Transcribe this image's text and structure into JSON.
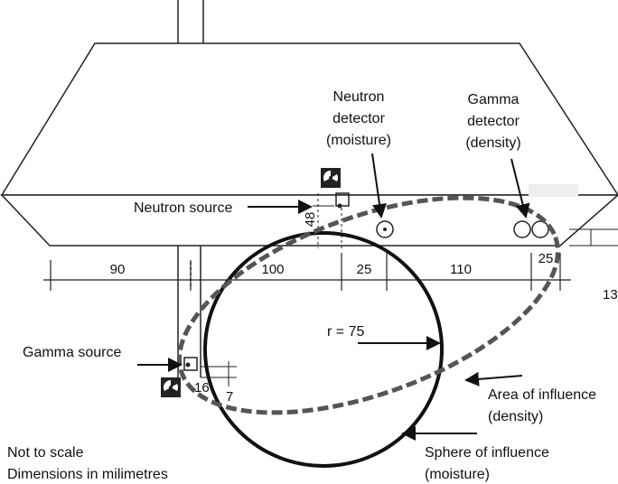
{
  "labels": {
    "neutron_detector": [
      "Neutron",
      "detector",
      "(moisture)"
    ],
    "gamma_detector": [
      "Gamma",
      "detector",
      "(density)"
    ],
    "neutron_source": "Neutron source",
    "gamma_source": "Gamma source",
    "area_of_influence": [
      "Area of influence",
      "(density)"
    ],
    "sphere_of_influence": [
      "Sphere of influence",
      "(moisture)"
    ],
    "radius": "r = 75",
    "notes": [
      "Not to scale",
      "Dimensions in milimetres"
    ]
  },
  "dimensions": {
    "d90": "90",
    "d100": "100",
    "d25a": "25",
    "d110": "110",
    "d25b": "25",
    "d13": "13",
    "d48": "48",
    "d16": "16",
    "d7": "7"
  },
  "icons": {
    "source_symbol": "radiation-trefoil-icon"
  }
}
